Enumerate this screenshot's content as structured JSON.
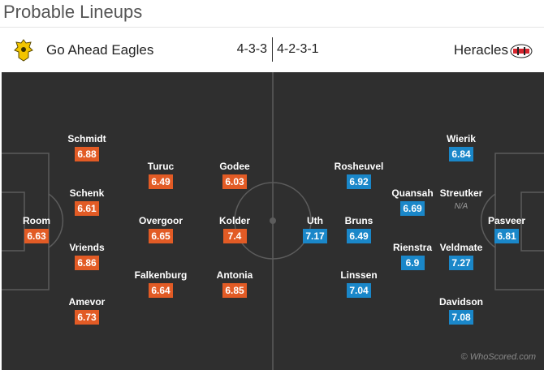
{
  "title": "Probable Lineups",
  "home": {
    "name": "Go Ahead Eagles",
    "formation": "4-3-3",
    "crest_color": "#f2c500",
    "players": [
      {
        "name": "Room",
        "rating": "6.63"
      },
      {
        "name": "Schmidt",
        "rating": "6.88"
      },
      {
        "name": "Schenk",
        "rating": "6.61"
      },
      {
        "name": "Vriends",
        "rating": "6.86"
      },
      {
        "name": "Amevor",
        "rating": "6.73"
      },
      {
        "name": "Turuc",
        "rating": "6.49"
      },
      {
        "name": "Overgoor",
        "rating": "6.65"
      },
      {
        "name": "Falkenburg",
        "rating": "6.64"
      },
      {
        "name": "Godee",
        "rating": "6.03"
      },
      {
        "name": "Kolder",
        "rating": "7.4"
      },
      {
        "name": "Antonia",
        "rating": "6.85"
      }
    ]
  },
  "away": {
    "name": "Heracles",
    "formation": "4-2-3-1",
    "crest_color": "#d7262f",
    "players": [
      {
        "name": "Uth",
        "rating": "7.17"
      },
      {
        "name": "Rosheuvel",
        "rating": "6.92"
      },
      {
        "name": "Bruns",
        "rating": "6.49"
      },
      {
        "name": "Linssen",
        "rating": "7.04"
      },
      {
        "name": "Quansah",
        "rating": "6.69"
      },
      {
        "name": "Rienstra",
        "rating": "6.9"
      },
      {
        "name": "Wierik",
        "rating": "6.84"
      },
      {
        "name": "Streutker",
        "rating": "N/A"
      },
      {
        "name": "Veldmate",
        "rating": "7.27"
      },
      {
        "name": "Davidson",
        "rating": "7.08"
      },
      {
        "name": "Pasveer",
        "rating": "6.81"
      }
    ]
  },
  "watermark": "© WhoScored.com",
  "colors": {
    "home_rating": "#e25b25",
    "away_rating": "#1a87c9",
    "pitch": "#2f2f2f",
    "lines": "#5c5c5c"
  }
}
